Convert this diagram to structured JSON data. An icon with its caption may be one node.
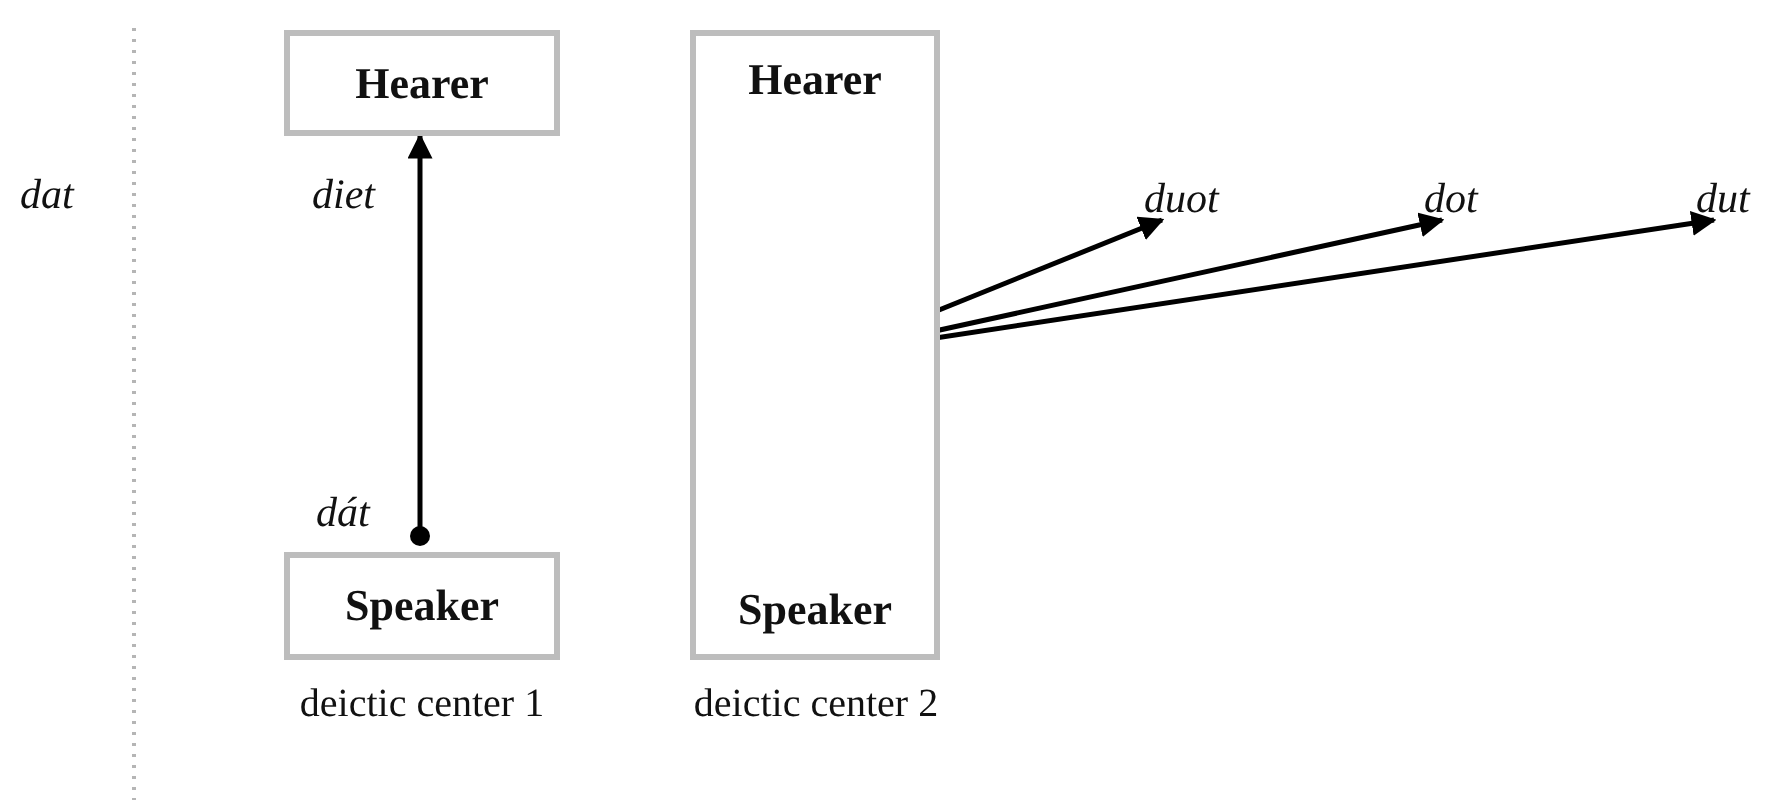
{
  "diagram": {
    "nodes": [
      {
        "text": [
          "Hearer"
        ]
      },
      {
        "text": [
          "Speaker"
        ],
        "beside": [
          "deictic center 1"
        ]
      },
      {
        "text": [
          "Hearer",
          "Speaker"
        ],
        "beside": [
          "deictic center 2"
        ]
      },
      {
        "text": [
          "duot"
        ]
      },
      {
        "text": [
          "dot"
        ]
      },
      {
        "text": [
          "dut"
        ]
      }
    ],
    "edges": [
      {
        "from": 1,
        "to": 0,
        "arrow": "to"
      },
      {
        "from": 2,
        "to": 3,
        "arrow": "to"
      },
      {
        "from": 2,
        "to": 4,
        "arrow": "to"
      },
      {
        "from": 2,
        "to": 5,
        "arrow": "to"
      }
    ],
    "labels": [
      "dat",
      "diet",
      "dát"
    ]
  }
}
